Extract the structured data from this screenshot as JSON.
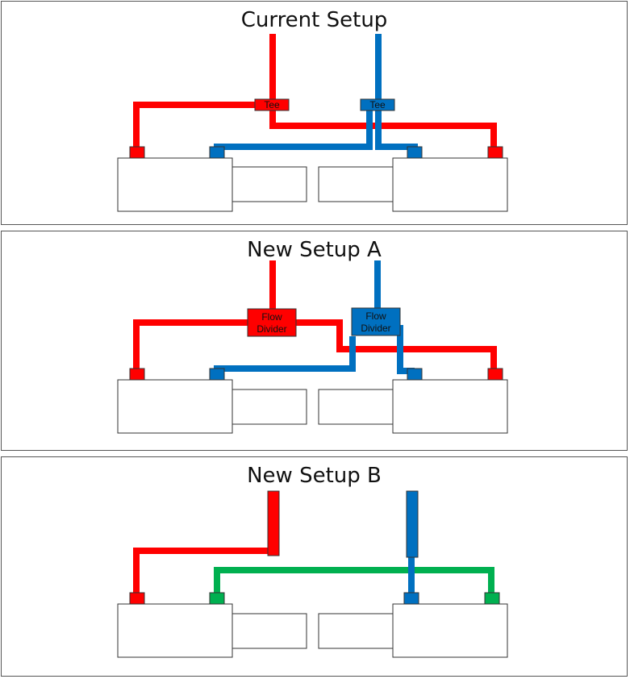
{
  "panels": [
    {
      "title": "Current Setup",
      "tee_left_label": "Tee",
      "tee_right_label": "Tee"
    },
    {
      "title": "New Setup A",
      "divider_left_label": [
        "Flow",
        "Divider"
      ],
      "divider_right_label": [
        "Flow",
        "Divider"
      ]
    },
    {
      "title": "New Setup B"
    }
  ],
  "colors": {
    "red": "#ff0000",
    "blue": "#0070c0",
    "green": "#00b050",
    "outline": "#333333"
  }
}
